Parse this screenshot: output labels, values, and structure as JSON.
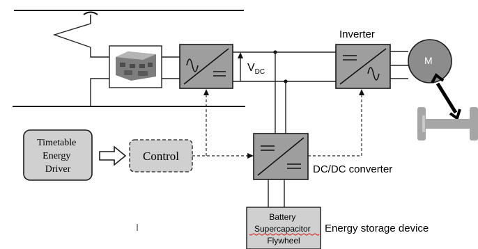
{
  "labels": {
    "inverter": "Inverter",
    "vdc_main": "V",
    "vdc_sub": "DC",
    "motor": "M",
    "dcdc": "DC/DC converter",
    "energy_storage": "Energy storage device"
  },
  "timetable_box": {
    "lines": [
      "Timetable",
      "Energy",
      "Driver"
    ]
  },
  "control_box": {
    "label": "Control"
  },
  "storage_box": {
    "lines": [
      "Battery",
      "Supercapacitor",
      "Flywheel"
    ]
  },
  "colors": {
    "converter_fill": "#9e9e9e",
    "motor_fill": "#8c8c8c",
    "box_fill": "#d0d0d0",
    "wheelset_fill": "#a6a6a6",
    "line": "#1a1a1a"
  }
}
